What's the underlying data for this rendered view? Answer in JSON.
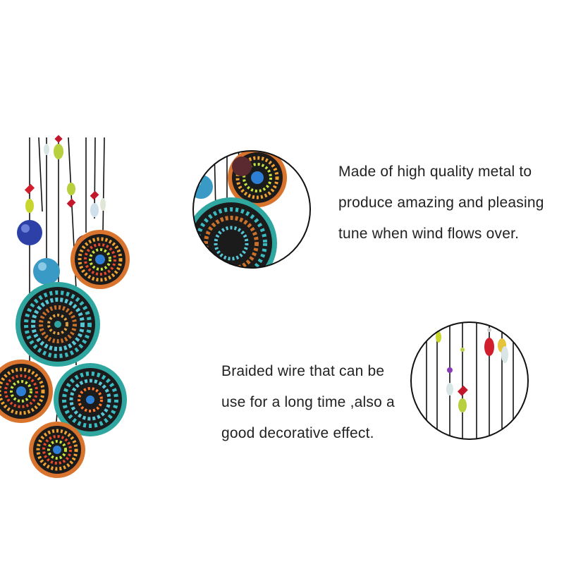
{
  "captions": {
    "top": {
      "lines": [
        "Made of high quality metal to",
        "produce amazing and pleasing",
        "tune when wind flows over."
      ]
    },
    "bottom": {
      "lines": [
        "Braided wire that can be",
        "use for a long time ,also a",
        "good decorative effect."
      ]
    }
  },
  "colors": {
    "background": "#ffffff",
    "text": "#222222",
    "teal_rim": "#2fa6a0",
    "orange_rim": "#d8742e",
    "disc_center": "#1b1b1b",
    "wire": "#111111"
  },
  "icons": {
    "product": "wind-chime-image",
    "detail_top": "metal-pendant-closeup",
    "detail_bottom": "braided-wire-closeup"
  }
}
